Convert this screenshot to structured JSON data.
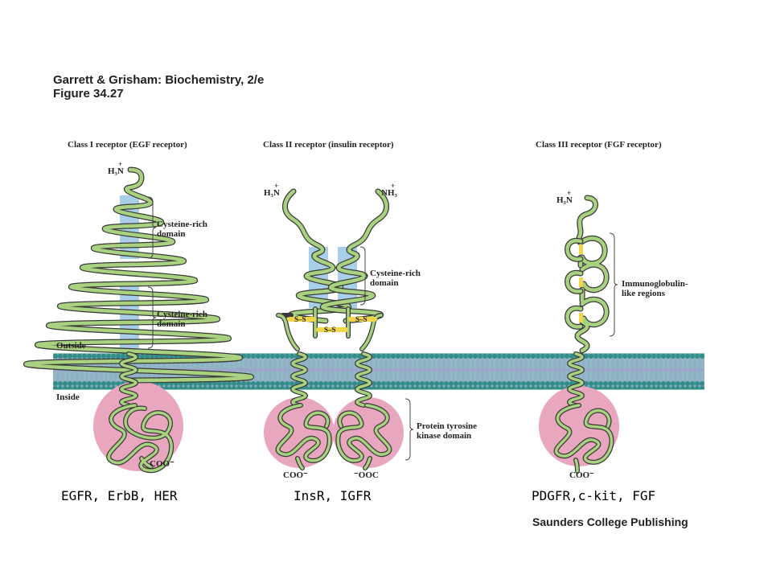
{
  "header": {
    "line1": "Garrett & Grisham: Biochemistry, 2/e",
    "line2": "Figure 34.27"
  },
  "columns": [
    {
      "title": "Class I receptor (EGF receptor)"
    },
    {
      "title": "Class II receptor (insulin receptor)"
    },
    {
      "title": "Class III receptor (FGF receptor)"
    }
  ],
  "membrane": {
    "outside": "Outside",
    "inside": "Inside"
  },
  "labels": {
    "cys1_a": "Cysteine-rich",
    "cys1_b": "domain",
    "cys2_a": "Cysteine-rich",
    "cys2_b": "domain",
    "cys3_a": "Cysteine-rich",
    "cys3_b": "domain",
    "ig_a": "Immunoglobulin-",
    "ig_b": "like regions",
    "kin_a": "Protein tyrosine",
    "kin_b": "kinase domain",
    "ss": "S–S",
    "h3n_1": "H₃N",
    "h3n_2": "H₃N",
    "nh3_2": "NH₃",
    "h3n_3": "H₃N",
    "plus": "+",
    "coo_1": "COO⁻",
    "coo_2a": "COO⁻",
    "coo_2b": "⁻OOC",
    "coo_3": "COO⁻"
  },
  "captions": {
    "c1": "EGFR, ErbB, HER",
    "c2": "InsR, IGFR",
    "c3": "PDGFR,c-kit, FGF"
  },
  "publisher": "Saunders College Publishing",
  "colors": {
    "ribbon": "#a8d27f",
    "ribbon_edge": "#3a3a3a",
    "cys_box": "#a9cfe8",
    "kinase": "#e9a6bf",
    "membrane_head": "#2f8f86",
    "membrane_tail": "#7fcfc0",
    "membrane_band": "#9aa7c9",
    "disulfide": "#f1d64a"
  }
}
